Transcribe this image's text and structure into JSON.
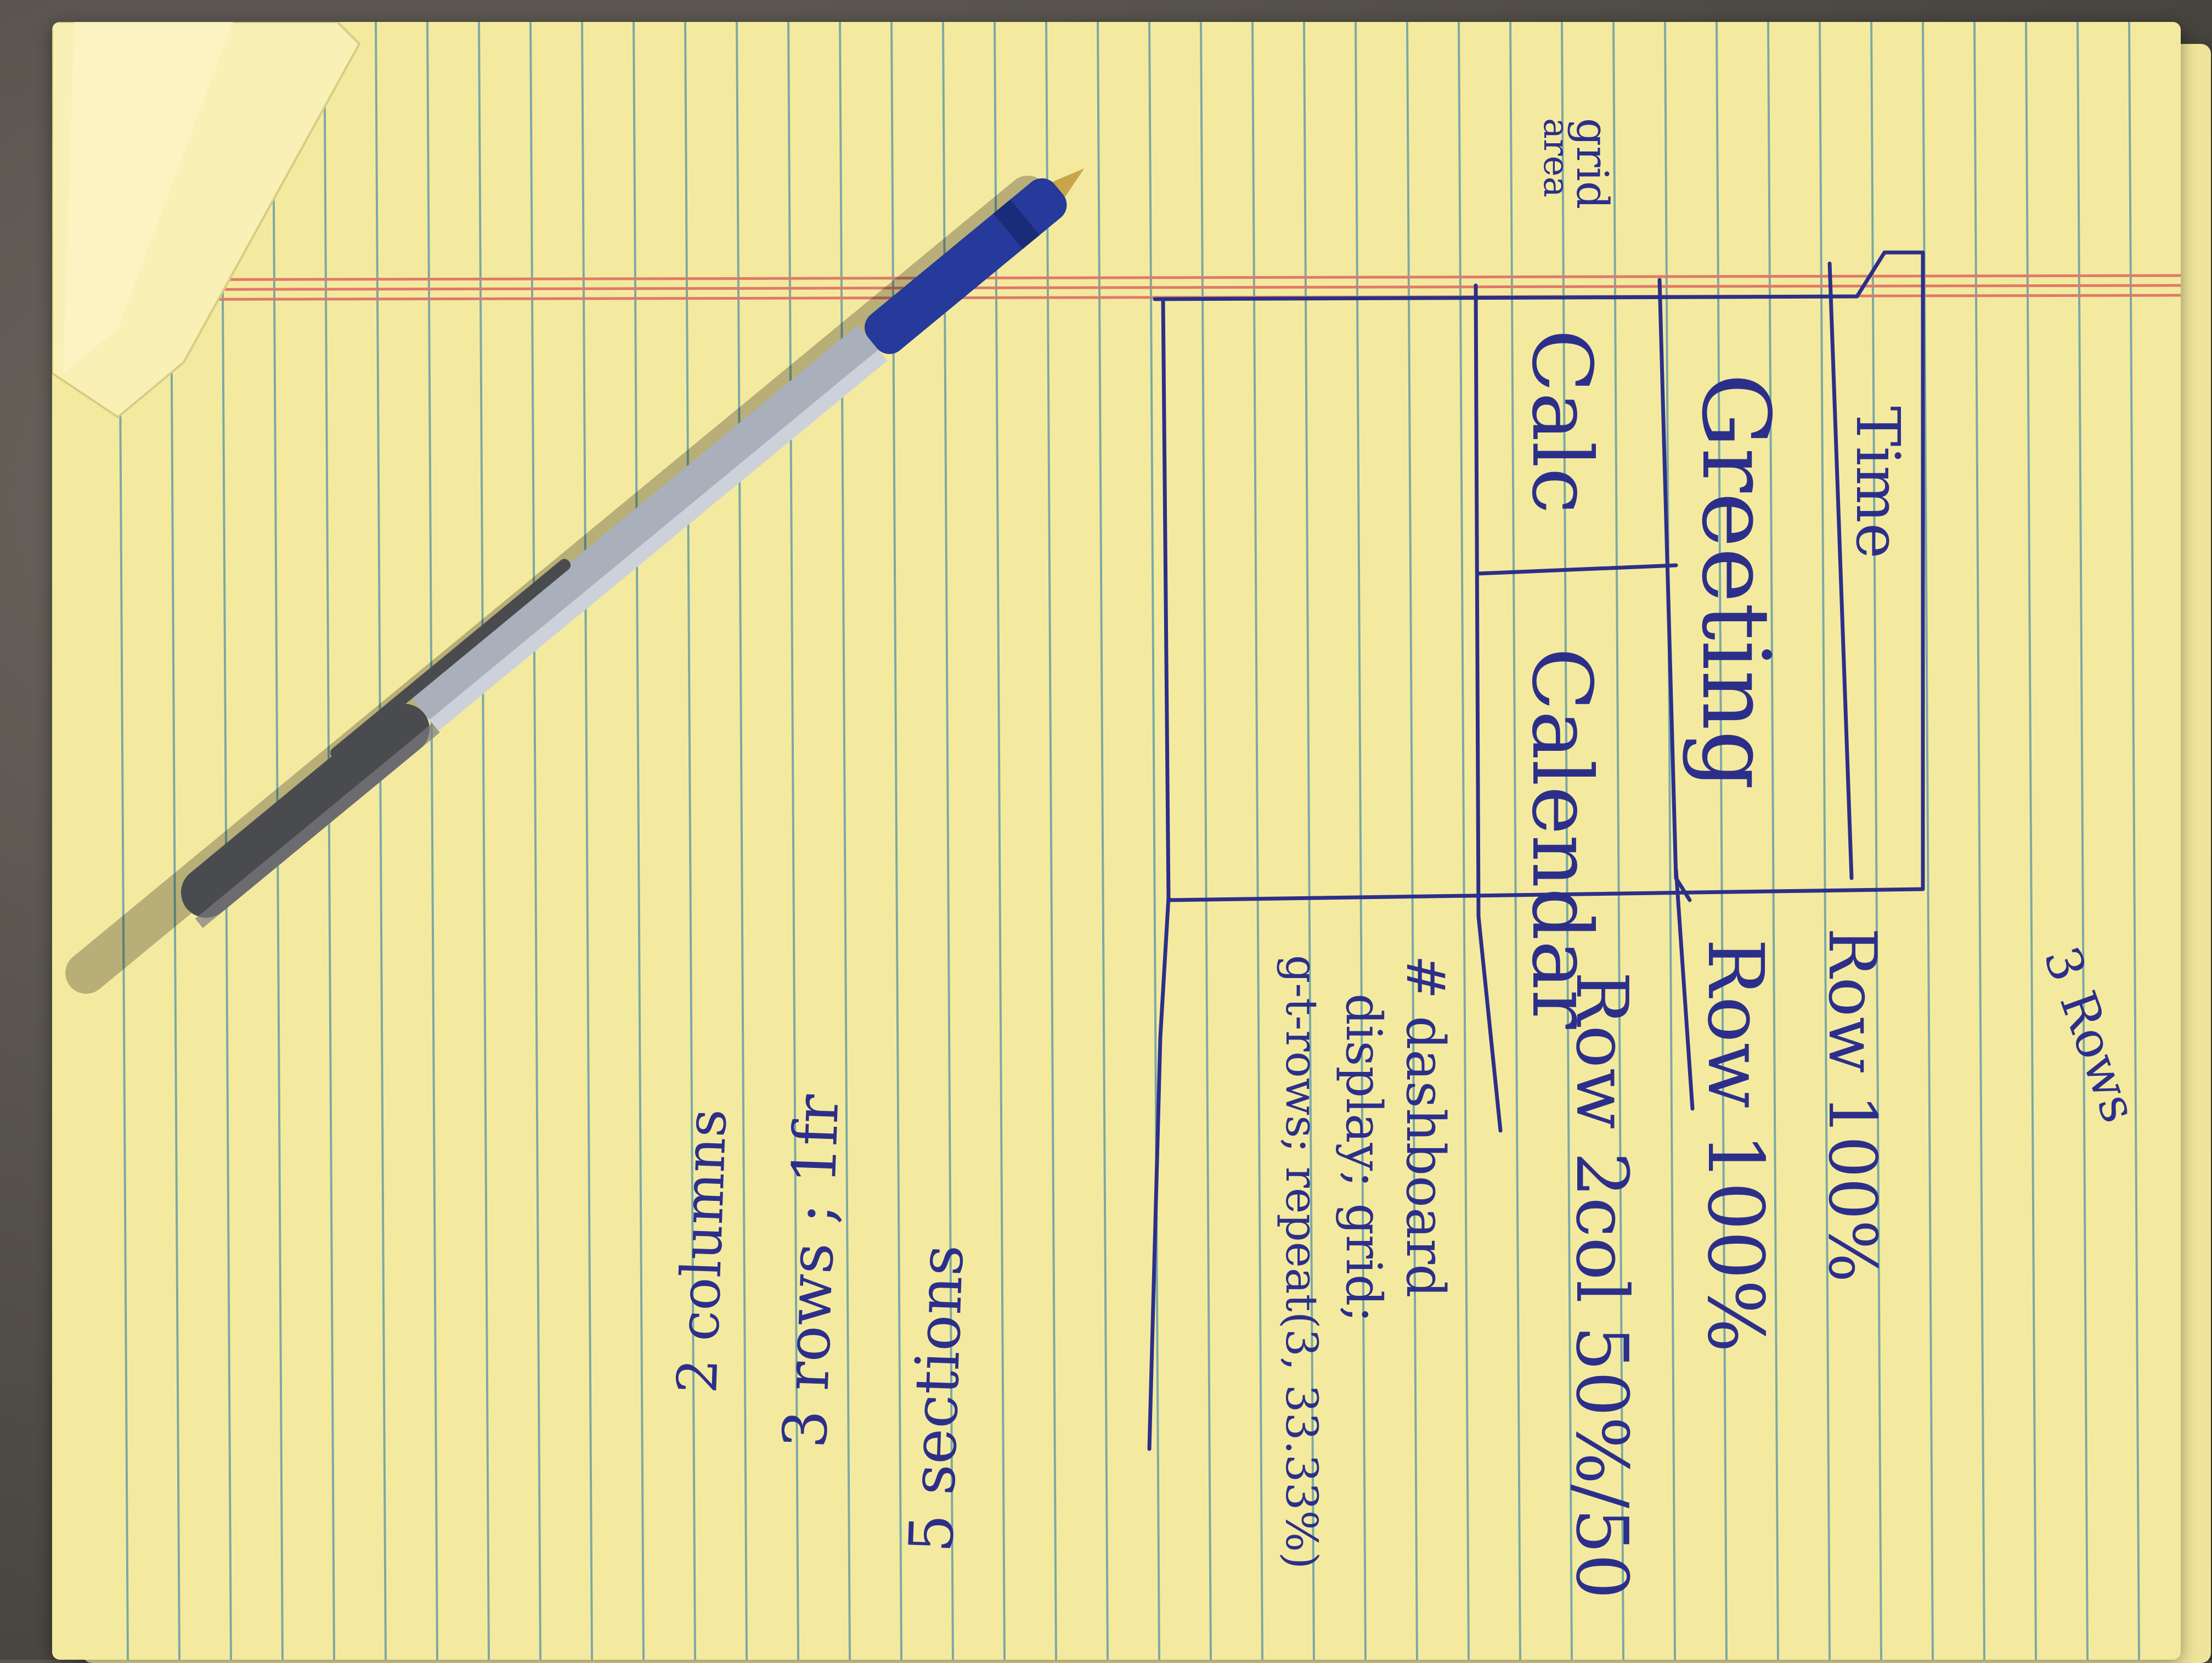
{
  "sketch": {
    "margin_note_top": "grid",
    "margin_note_bottom": "area",
    "cells": {
      "time": "Time",
      "greeting": "Greeting",
      "calc": "Calc",
      "calendar": "Calendar"
    },
    "row_notes": {
      "row1": "Row 100%",
      "row2": "Row 100%",
      "row3": "Row 2col 50%/50"
    },
    "css_note": {
      "line1": "# dashboard",
      "line2": "display; grid;",
      "line3": "g-t-rows; repeat(3, 33.33%)"
    },
    "side_note": "3 Rows",
    "bottom_note": {
      "line1": "5 sections",
      "line2": "3 rows ; 1fr",
      "line3": "2 columns"
    }
  }
}
